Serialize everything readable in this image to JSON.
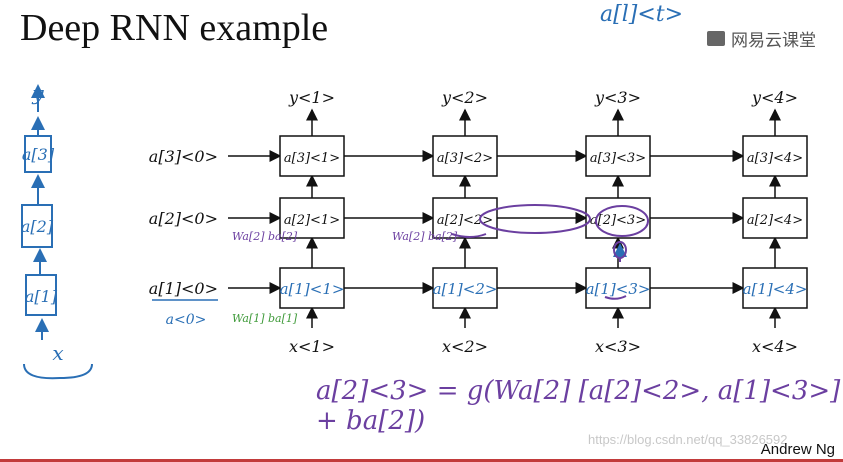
{
  "slide": {
    "title": "Deep RNN example",
    "logo_text": "网易云课堂",
    "author": "Andrew Ng",
    "watermark": "https://blog.csdn.net/qq_33826592"
  },
  "annotations": {
    "top_right": "a[l]<t>",
    "left_stack": [
      "y",
      "a[3]",
      "a[2]",
      "a[1]",
      "x"
    ],
    "weights_l2": "Wa[2] ba[2]",
    "weights_l1": "Wa[1] ba[1]",
    "initial_state_alt": "a<0>"
  },
  "diagram": {
    "outputs": [
      "y<1>",
      "y<2>",
      "y<3>",
      "y<4>"
    ],
    "inputs": [
      "x<1>",
      "x<2>",
      "x<3>",
      "x<4>"
    ],
    "initial_states": [
      "a[3]<0>",
      "a[2]<0>",
      "a[1]<0>"
    ],
    "layers": [
      [
        "a[3]<1>",
        "a[3]<2>",
        "a[3]<3>",
        "a[3]<4>"
      ],
      [
        "a[2]<1>",
        "a[2]<2>",
        "a[2]<3>",
        "a[2]<4>"
      ],
      [
        "a[1]<1>",
        "a[1]<2>",
        "a[1]<3>",
        "a[1]<4>"
      ]
    ]
  },
  "equation": "a[2]<3> = g(Wa[2] [a[2]<2>, a[1]<3>] + ba[2])",
  "colors": {
    "ink": "#111111",
    "pen_blue": "#2a6fb5",
    "pen_purple": "#6b3fa0",
    "pen_green": "#3f9a3a"
  }
}
